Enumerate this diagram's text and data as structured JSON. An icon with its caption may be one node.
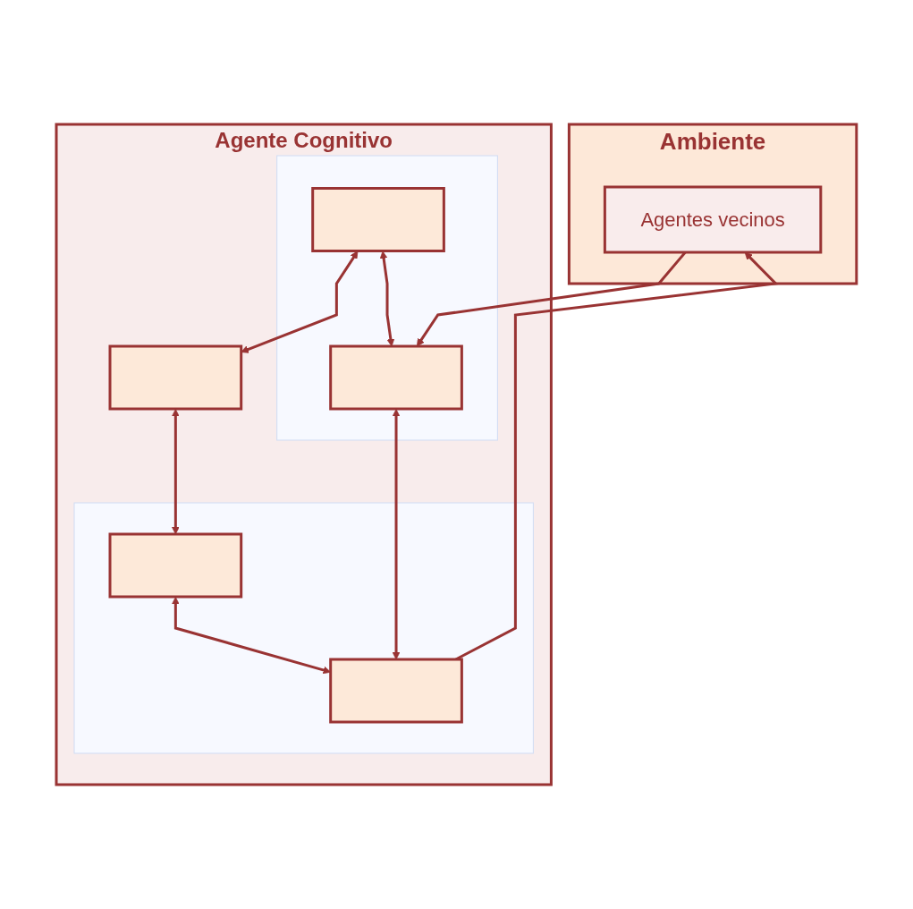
{
  "diagram": {
    "nodes": [
      {
        "text": [
          "Ambiente"
        ]
      },
      {
        "text": [
          "Agentes vecinos"
        ],
        "in": 0
      },
      {
        "text": [
          "Agente Cognitivo"
        ]
      },
      {
        "text": [],
        "shape": "box",
        "in": 2
      },
      {
        "text": [],
        "shape": "box",
        "in": 3
      },
      {
        "text": [],
        "shape": "box",
        "in": 3
      },
      {
        "text": [],
        "shape": "box",
        "in": 2
      },
      {
        "text": [],
        "shape": "box",
        "in": 2
      },
      {
        "text": [],
        "shape": "box",
        "in": 7
      },
      {
        "text": [],
        "shape": "box",
        "in": 7
      }
    ],
    "edges": [
      {
        "from": 4,
        "to": 6,
        "arrow": "both"
      },
      {
        "from": 6,
        "to": 8,
        "arrow": "both"
      },
      {
        "from": 4,
        "to": 5,
        "arrow": "both"
      },
      {
        "from": 8,
        "to": 9,
        "arrow": "both"
      },
      {
        "from": 5,
        "to": 9,
        "arrow": "both"
      },
      {
        "from": 1,
        "to": 5,
        "arrow": "to"
      },
      {
        "from": 9,
        "to": 1,
        "arrow": "to"
      }
    ]
  }
}
